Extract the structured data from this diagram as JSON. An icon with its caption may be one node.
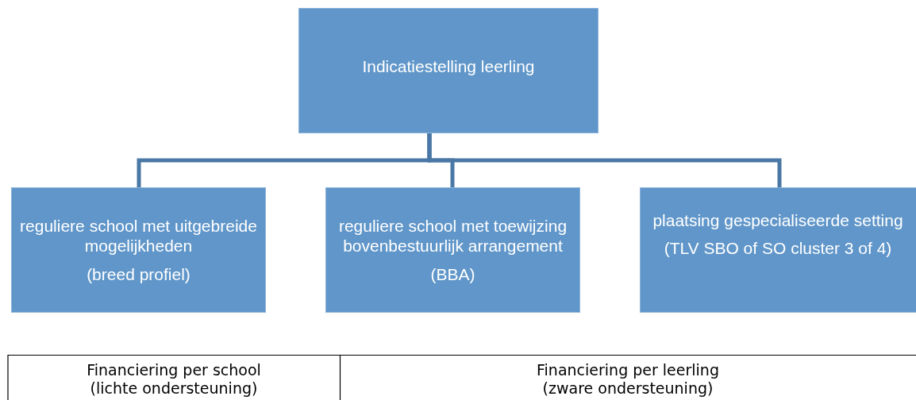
{
  "diagram": {
    "nodes": [
      {
        "text": [
          "Indicatiestelling leerling"
        ]
      },
      {
        "text": [
          "reguliere school met uitgebreide mogelijkheden",
          "(breed profiel)"
        ]
      },
      {
        "text": [
          "reguliere school met toewijzing bovenbestuurlijk arrangement",
          "(BBA)"
        ]
      },
      {
        "text": [
          "plaatsing gespecialiseerde setting",
          "(TLV SBO of SO cluster 3 of 4)"
        ]
      }
    ],
    "edges": [
      {
        "from": 0,
        "to": 1,
        "arrow": "none"
      },
      {
        "from": 0,
        "to": 2,
        "arrow": "none"
      },
      {
        "from": 0,
        "to": 3,
        "arrow": "none"
      }
    ],
    "labels": [
      "Financiering per school (lichte ondersteuning)",
      "Financiering per leerling (zware ondersteuning)"
    ]
  }
}
